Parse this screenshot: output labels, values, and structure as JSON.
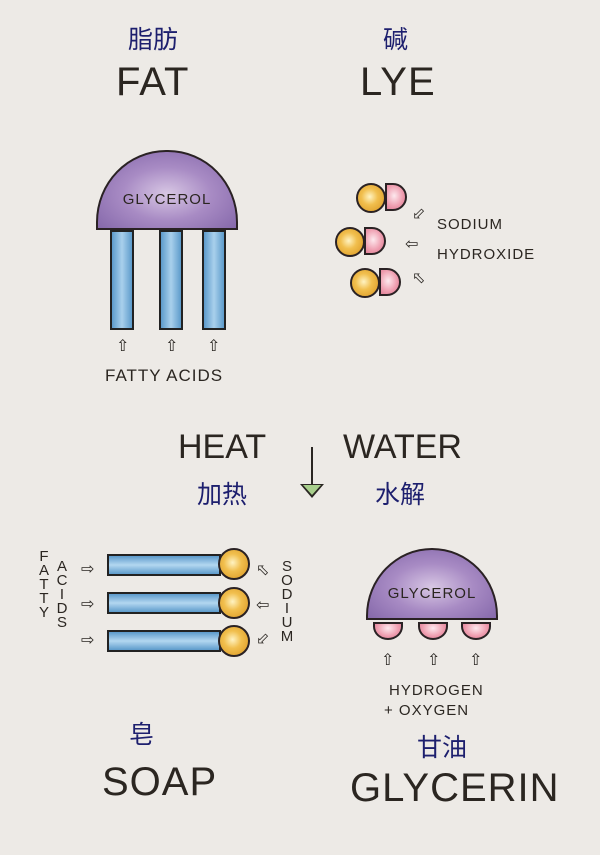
{
  "fat": {
    "zh": "脂肪",
    "en": "FAT",
    "glycerol": "GLYCEROL",
    "fatty_acids_label": "FATTY ACIDS"
  },
  "lye": {
    "zh": "碱",
    "en": "LYE",
    "label_line1": "SODIUM",
    "label_line2": "HYDROXIDE"
  },
  "reaction": {
    "heat": "HEAT",
    "heat_zh": "加热",
    "water": "WATER",
    "water_zh": "水解"
  },
  "soap": {
    "zh": "皂",
    "en": "SOAP",
    "left_col1": [
      "F",
      "A",
      "T",
      "T",
      "Y"
    ],
    "left_col2": [
      "A",
      "C",
      "I",
      "D",
      "S"
    ],
    "right_col": [
      "S",
      "O",
      "D",
      "I",
      "U",
      "M"
    ]
  },
  "glycerin": {
    "zh": "甘油",
    "en": "GLYCERIN",
    "glycerol": "GLYCEROL",
    "label_line1": "HYDROGEN",
    "label_line2": "+ OXYGEN"
  },
  "colors": {
    "background": "#edeae6",
    "glycerol_purple": "#9a7dbd",
    "fatty_acid_blue": "#7fb5de",
    "sodium_orange": "#eab047",
    "hydroxide_pink": "#ec9aad",
    "chinese_text": "#1d1f6e"
  }
}
